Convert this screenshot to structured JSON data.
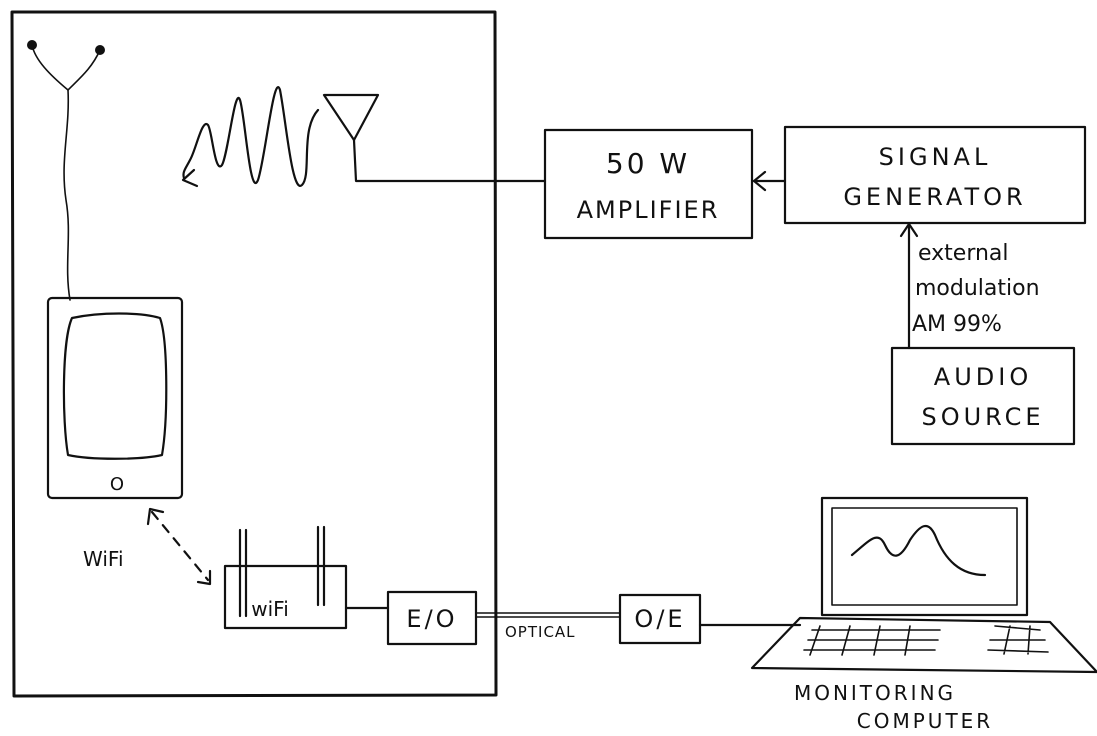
{
  "amplifier": {
    "line1": "50 W",
    "line2": "AMPLIFIER"
  },
  "signal_generator": {
    "line1": "SIGNAL",
    "line2": "GENERATOR"
  },
  "modulation_note": {
    "line1": "external",
    "line2": "modulation",
    "line3": "AM  99%"
  },
  "audio_source": {
    "line1": "AUDIO",
    "line2": "SOURCE"
  },
  "wifi_label": "WiFi",
  "router_label": "wiFi",
  "eo_label": "E/O",
  "oe_label": "O/E",
  "optical_label": "OPTICAL",
  "computer_label": {
    "line1": "MONITORING",
    "line2": "COMPUTER"
  },
  "phone_button": "O"
}
